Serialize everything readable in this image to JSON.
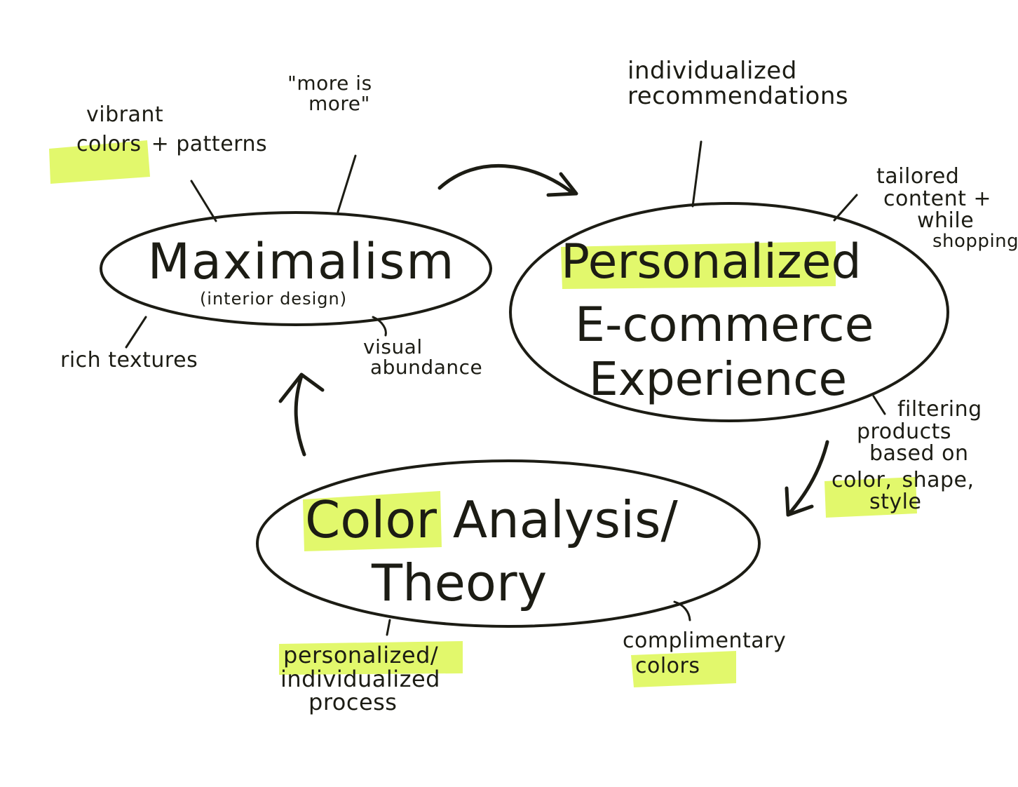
{
  "colors": {
    "ink": "#1c1c14",
    "highlight": "#dff75c",
    "background": "#ffffff"
  },
  "nodes": {
    "maximalism": {
      "title": "Maximalism",
      "subtitle": "(interior design)"
    },
    "ecommerce": {
      "line1": "Personalized",
      "line2": "E-commerce",
      "line3": "Experience"
    },
    "color_analysis": {
      "line1_highlight": "Color",
      "line1_rest": "Analysis/",
      "line2": "Theory"
    }
  },
  "notes": {
    "vibrant_line1": "vibrant",
    "vibrant_highlight": "colors",
    "vibrant_rest": "+ patterns",
    "more_is_more_line1": "\"more is",
    "more_is_more_line2": "more\"",
    "rich_textures": "rich textures",
    "visual_abundance_line1": "visual",
    "visual_abundance_line2": "abundance",
    "individualized_line1": "individualized",
    "individualized_line2": "recommendations",
    "tailored_line1": "tailored",
    "tailored_line2": "content +",
    "tailored_line3": "while",
    "tailored_line4": "shopping",
    "filtering_line1": "filtering",
    "filtering_line2": "products",
    "filtering_line3": "based on",
    "filtering_highlight": "color,",
    "filtering_rest": "shape,",
    "filtering_line5": "style",
    "personalized_line1": "personalized/",
    "personalized_line2": "individualized",
    "personalized_line3": "process",
    "complimentary_line1": "complimentary",
    "complimentary_line2": "colors"
  }
}
